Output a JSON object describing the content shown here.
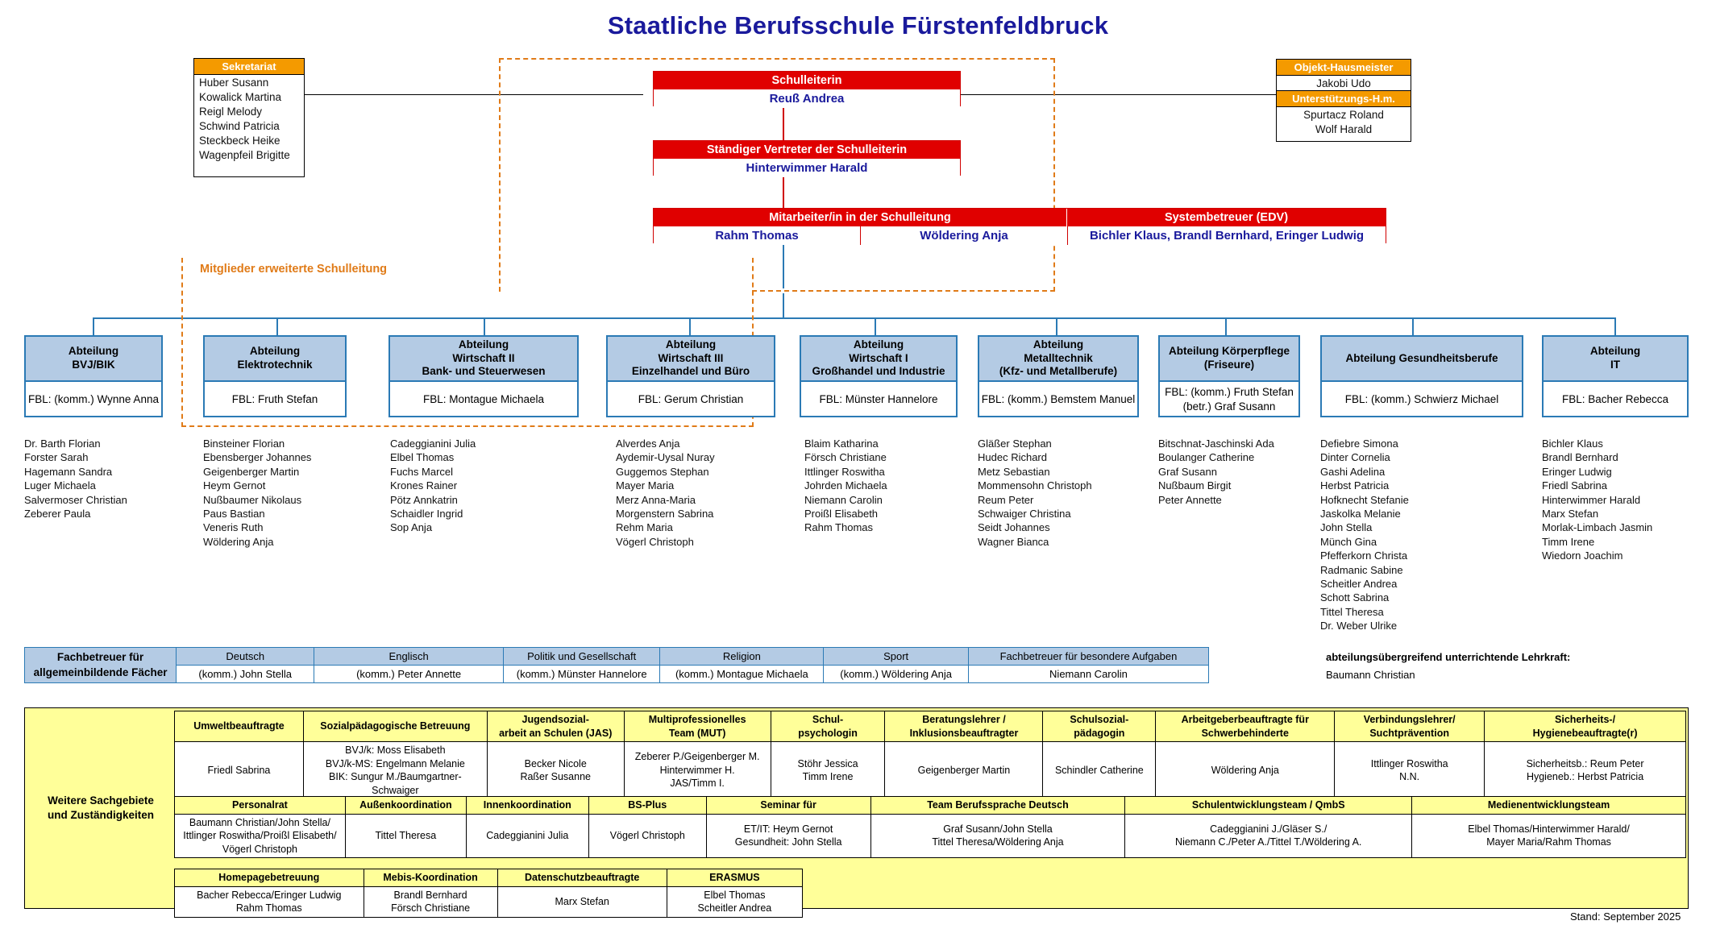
{
  "page": {
    "title": "Staatliche Berufsschule Fürstenfeldbruck",
    "footer": "Stand: September 2025",
    "dashed_label": "Mitglieder erweiterte Schulleitung",
    "cross_dept_note_title": "abteilungsübergreifend unterrichtende Lehrkraft:",
    "cross_dept_note_name": "Baumann Christian"
  },
  "colors": {
    "title_blue": "#1a1a9c",
    "orange": "#f49a00",
    "red": "#e00000",
    "dept_blue": "#b4cbe4",
    "dept_border": "#2b7ab5",
    "yellow": "#ffff99",
    "dashed_orange": "#e07b18"
  },
  "secretariat": {
    "header": "Sekretariat",
    "members": [
      "Huber Susann",
      "Kowalick Martina",
      "Reigl Melody",
      "Schwind Patricia",
      "Steckbeck  Heike",
      "Wagenpfeil Brigitte"
    ]
  },
  "caretaker": {
    "header": "Objekt-Hausmeister",
    "name": "Jakobi Udo",
    "sub_header": "Unterstützungs-H.m.",
    "sub_members": [
      "Spurtacz Roland",
      "Wolf Harald"
    ]
  },
  "leadership": {
    "principal": {
      "role": "Schulleiterin",
      "name": "Reuß Andrea"
    },
    "deputy": {
      "role": "Ständiger Vertreter der Schulleiterin",
      "name": "Hinterwimmer Harald"
    },
    "staff_row": {
      "left_role": "Mitarbeiter/in in der Schulleitung",
      "left_names": [
        "Rahm Thomas",
        "Wöldering Anja"
      ],
      "right_role": "Systembetreuer (EDV)",
      "right_names": "Bichler Klaus, Brandl Bernhard, Eringer Ludwig"
    }
  },
  "departments": [
    {
      "title": "Abteilung\nBVJ/BIK",
      "fbl": "FBL: (komm.) Wynne Anna",
      "staff": [
        "Dr. Barth Florian",
        "Forster Sarah",
        "Hagemann Sandra",
        "Luger Michaela",
        "Salvermoser Christian",
        "Zeberer Paula"
      ]
    },
    {
      "title": "Abteilung\nElektrotechnik",
      "fbl": "FBL: Fruth Stefan",
      "staff": [
        "Binsteiner Florian",
        "Ebensberger Johannes",
        "Geigenberger Martin",
        "Heym Gernot",
        "Nußbaumer Nikolaus",
        "Paus Bastian",
        "Veneris Ruth",
        "Wöldering Anja"
      ]
    },
    {
      "title": "Abteilung\nWirtschaft II\nBank- und Steuerwesen",
      "fbl": "FBL: Montague Michaela",
      "staff": [
        "Cadeggianini Julia",
        "Elbel Thomas",
        "Fuchs Marcel",
        "Krones Rainer",
        "Pötz Annkatrin",
        "Schaidler Ingrid",
        "Sop Anja"
      ]
    },
    {
      "title": "Abteilung\nWirtschaft III\nEinzelhandel und Büro",
      "fbl": "FBL: Gerum Christian",
      "staff": [
        "Alverdes Anja",
        "Aydemir-Uysal Nuray",
        "Guggemos Stephan",
        "Mayer Maria",
        "Merz Anna-Maria",
        "Morgenstern Sabrina",
        "Rehm Maria",
        "Vögerl Christoph"
      ]
    },
    {
      "title": "Abteilung\nWirtschaft I\nGroßhandel und Industrie",
      "fbl": "FBL: Münster Hannelore",
      "staff": [
        "Blaim Katharina",
        "Försch Christiane",
        "Ittlinger Roswitha",
        "Johrden Michaela",
        "Niemann Carolin",
        "Proißl Elisabeth",
        "Rahm Thomas"
      ]
    },
    {
      "title": "Abteilung\nMetalltechnik\n(Kfz- und Metallberufe)",
      "fbl": "FBL: (komm.) Bemstem Manuel",
      "staff": [
        "Gläßer Stephan",
        "Hudec Richard",
        "Metz Sebastian",
        "Mommensohn Christoph",
        "Reum Peter",
        "Schwaiger Christina",
        "Seidt Johannes",
        "Wagner Bianca"
      ]
    },
    {
      "title": "Abteilung Körperpflege\n(Friseure)",
      "fbl": "FBL: (komm.) Fruth Stefan\n(betr.) Graf Susann",
      "staff": [
        "Bitschnat-Jaschinski Ada",
        "Boulanger Catherine",
        "Graf Susann",
        "Nußbaum Birgit",
        "Peter Annette"
      ]
    },
    {
      "title": "Abteilung Gesundheitsberufe",
      "fbl": "FBL: (komm.) Schwierz Michael",
      "staff": [
        "Defiebre Simona",
        "Dinter Cornelia",
        "Gashi Adelina",
        "Herbst Patricia",
        "Hofknecht Stefanie",
        "Jaskolka Melanie",
        "John Stella",
        "Münch Gina",
        "Pfefferkorn Christa",
        "Radmanic Sabine",
        "Scheitler Andrea",
        "Schott Sabrina",
        "Tittel Theresa",
        "Dr. Weber Ulrike"
      ]
    },
    {
      "title": "Abteilung\nIT",
      "fbl": "FBL: Bacher Rebecca",
      "staff": [
        "Bichler Klaus",
        "Brandl Bernhard",
        "Eringer Ludwig",
        "Friedl Sabrina",
        "Hinterwimmer Harald",
        "Marx Stefan",
        "Morlak-Limbach Jasmin",
        "Timm Irene",
        "Wiedorn Joachim"
      ]
    }
  ],
  "fachbetreuer": {
    "side_label": "Fachbetreuer für\nallgemeinbildende Fächer",
    "columns": [
      {
        "header": "Deutsch",
        "value": "(komm.) John Stella"
      },
      {
        "header": "Englisch",
        "value": "(komm.) Peter Annette"
      },
      {
        "header": "Politik und Gesellschaft",
        "value": "(komm.) Münster Hannelore"
      },
      {
        "header": "Religion",
        "value": "(komm.) Montague Michaela"
      },
      {
        "header": "Sport",
        "value": "(komm.) Wöldering Anja"
      },
      {
        "header": "Fachbetreuer für besondere Aufgaben",
        "value": "Niemann Carolin"
      }
    ]
  },
  "weitere": {
    "side_label": "Weitere Sachgebiete\nund Zuständigkeiten",
    "row1": [
      {
        "header": "Umweltbeauftragte",
        "value": "Friedl Sabrina"
      },
      {
        "header": "Sozialpädagogische Betreuung",
        "value": "BVJ/k: Moss Elisabeth\nBVJ/k-MS: Engelmann Melanie\nBIK: Sungur M./Baumgartner-Schwaiger"
      },
      {
        "header": "Jugendsozial-\narbeit an Schulen (JAS)",
        "value": "Becker Nicole\nRaßer Susanne"
      },
      {
        "header": "Multiprofessionelles\nTeam (MUT)",
        "value": "Zeberer P./Geigenberger M.\nHinterwimmer H.\nJAS/Timm I."
      },
      {
        "header": "Schul-\npsychologin",
        "value": "Stöhr Jessica\nTimm Irene"
      },
      {
        "header": "Beratungslehrer /\nInklusionsbeauftragter",
        "value": "Geigenberger Martin"
      },
      {
        "header": "Schulsozial-\npädagogin",
        "value": "Schindler Catherine"
      },
      {
        "header": "Arbeitgeberbeauftragte für\nSchwerbehinderte",
        "value": "Wöldering Anja"
      },
      {
        "header": "Verbindungslehrer/\nSuchtprävention",
        "value": "Ittlinger Roswitha\nN.N."
      },
      {
        "header": "Sicherheits-/\nHygienebeauftragte(r)",
        "value": "Sicherheitsb.: Reum Peter\nHygieneb.: Herbst Patricia"
      }
    ],
    "row2": [
      {
        "header": "Personalrat",
        "value": "Baumann Christian/John Stella/\nIttlinger Roswitha/Proißl Elisabeth/\nVögerl Christoph"
      },
      {
        "header": "Außenkoordination",
        "value": "Tittel Theresa"
      },
      {
        "header": "Innenkoordination",
        "value": "Cadeggianini Julia"
      },
      {
        "header": "BS-Plus",
        "value": "Vögerl Christoph"
      },
      {
        "header": "Seminar für",
        "value": "ET/IT: Heym Gernot\nGesundheit: John Stella"
      },
      {
        "header": "Team Berufssprache Deutsch",
        "value": "Graf Susann/John Stella\nTittel Theresa/Wöldering Anja"
      },
      {
        "header": "Schulentwicklungsteam / QmbS",
        "value": "Cadeggianini J./Gläser S./\nNiemann C./Peter A./Tittel T./Wöldering A."
      },
      {
        "header": "Medienentwicklungsteam",
        "value": "Elbel Thomas/Hinterwimmer Harald/\nMayer Maria/Rahm Thomas"
      }
    ],
    "row3": [
      {
        "header": "Homepagebetreuung",
        "value": "Bacher Rebecca/Eringer Ludwig\nRahm Thomas"
      },
      {
        "header": "Mebis-Koordination",
        "value": "Brandl Bernhard\nFörsch Christiane"
      },
      {
        "header": "Datenschutzbeauftragte",
        "value": "Marx Stefan"
      },
      {
        "header": "ERASMUS",
        "value": "Elbel Thomas\nScheitler Andrea"
      }
    ]
  }
}
